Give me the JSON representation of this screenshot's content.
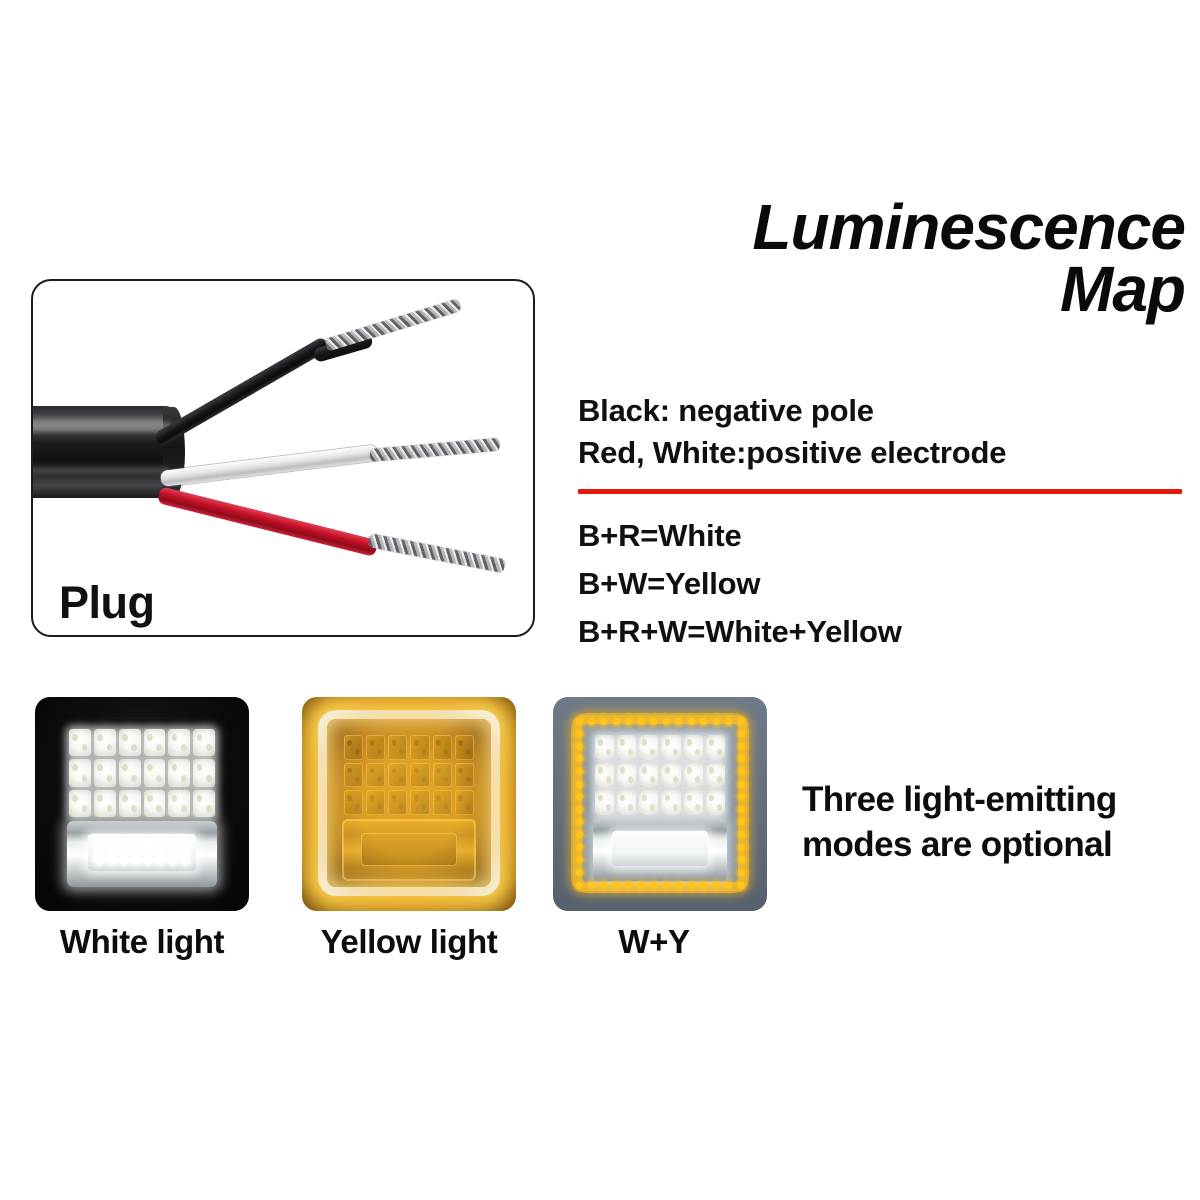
{
  "title": {
    "line1": "Luminescence",
    "line2": "Map"
  },
  "plug_panel": {
    "label": "Plug",
    "wires": [
      {
        "name": "black-wire",
        "color": "#141416",
        "role": "negative pole"
      },
      {
        "name": "white-wire",
        "color": "#ececee",
        "role": "positive electrode"
      },
      {
        "name": "red-wire",
        "color": "#c41028",
        "role": "positive electrode"
      }
    ]
  },
  "polarity": {
    "lines": [
      "Black: negative pole",
      "Red, White:positive electrode"
    ],
    "rule_color": "#e8180f"
  },
  "formulas": {
    "lines": [
      "B+R=White",
      "B+W=Yellow",
      "B+R+W=White+Yellow"
    ]
  },
  "modes": {
    "caption_line1": "Three light-emitting",
    "caption_line2": "modes are optional",
    "items": [
      {
        "id": "white-light",
        "label": "White light",
        "body_color": "#0b0c0b",
        "emit_color": "#ffffff",
        "chip_rows": 3,
        "chip_cols": 6,
        "ring": "off"
      },
      {
        "id": "yellow-light",
        "label": "Yellow light",
        "body_color": "#a9701a",
        "emit_color": "#ffbe2d",
        "chip_rows": 3,
        "chip_cols": 6,
        "ring": "glow"
      },
      {
        "id": "white-plus-yellow",
        "label": "W+Y",
        "body_color": "#63707e",
        "emit_color": "#ffffff",
        "ring_color": "#ffc61e",
        "chip_rows": 3,
        "chip_cols": 6,
        "ring": "dotted"
      }
    ]
  }
}
